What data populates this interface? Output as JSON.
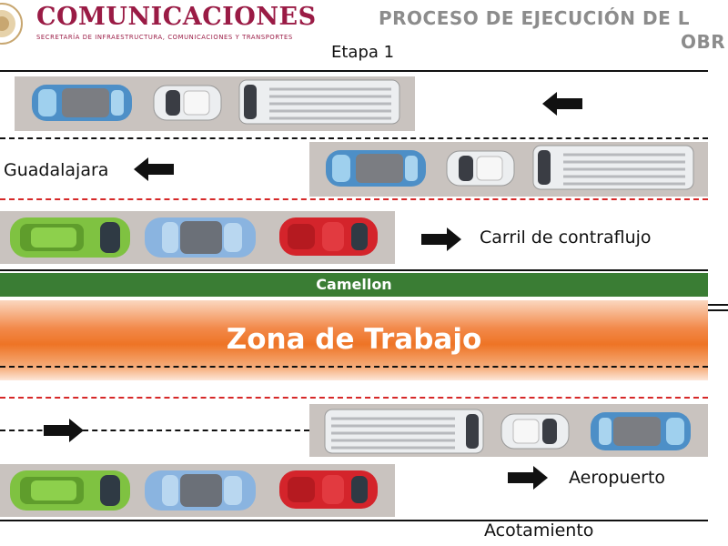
{
  "header": {
    "brand": "COMUNICACIONES",
    "brand_subtitle": "SECRETARÍA DE INFRAESTRUCTURA, COMUNICACIONES Y TRANSPORTES",
    "title_line1": "PROCESO DE EJECUCIÓN DE L",
    "title_line2": "OBR"
  },
  "diagram": {
    "stage": "Etapa 1",
    "labels": {
      "left_direction": "Guadalajara",
      "contraflow": "Carril de contraflujo",
      "median": "Camellon",
      "work_zone": "Zona de Trabajo",
      "right_direction": "Aeropuerto",
      "shoulder": "Acotamiento"
    },
    "lanes": [
      {
        "id": "lane-1",
        "direction": "left",
        "vehicles": [
          "blue-car",
          "white-car",
          "white-van"
        ]
      },
      {
        "id": "lane-2",
        "direction": "left",
        "vehicles": [
          "blue-car",
          "white-car",
          "white-van"
        ]
      },
      {
        "id": "lane-3",
        "direction": "right",
        "vehicles": [
          "green-car",
          "blue-car",
          "red-car"
        ]
      },
      {
        "id": "lane-4",
        "direction": "right",
        "vehicles": [
          "white-van",
          "white-car",
          "blue-car"
        ]
      },
      {
        "id": "lane-5",
        "direction": "right",
        "vehicles": [
          "green-car",
          "blue-car",
          "red-car"
        ]
      }
    ],
    "colors": {
      "brand": "#9a1b45",
      "median": "#3a7d34",
      "work_zone": "#ee7425",
      "road": "#c9c3bf",
      "lane_divider_red": "#d62828"
    }
  }
}
